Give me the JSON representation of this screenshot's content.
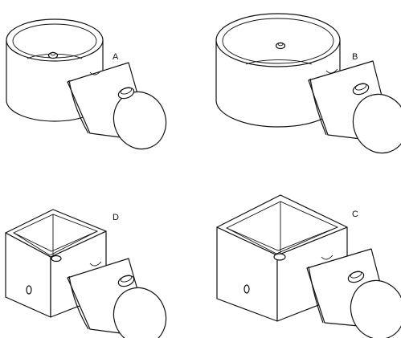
{
  "parts": [
    {
      "id": "A",
      "label": "A",
      "shape": "round"
    },
    {
      "id": "B",
      "label": "B",
      "shape": "round"
    },
    {
      "id": "D",
      "label": "D",
      "shape": "square"
    },
    {
      "id": "C",
      "label": "C",
      "shape": "square"
    }
  ],
  "colors": {
    "line": "#111111",
    "background": "#ffffff"
  }
}
